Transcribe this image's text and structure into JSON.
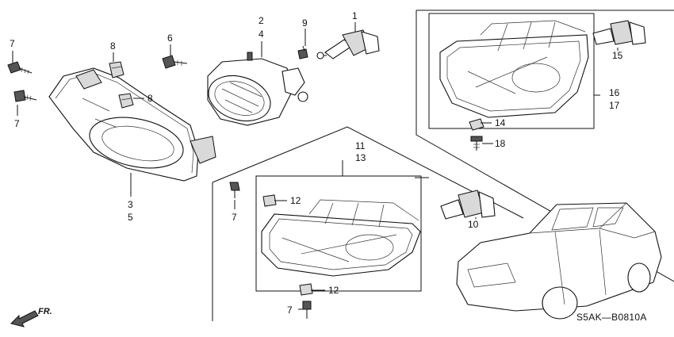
{
  "callouts": [
    {
      "id": "c1",
      "text": "1"
    },
    {
      "id": "c2",
      "text": "2"
    },
    {
      "id": "c3",
      "text": "3"
    },
    {
      "id": "c4",
      "text": "4"
    },
    {
      "id": "c5",
      "text": "5"
    },
    {
      "id": "c6",
      "text": "6"
    },
    {
      "id": "c7a",
      "text": "7"
    },
    {
      "id": "c7b",
      "text": "7"
    },
    {
      "id": "c7c",
      "text": "7"
    },
    {
      "id": "c7d",
      "text": "7"
    },
    {
      "id": "c8a",
      "text": "8"
    },
    {
      "id": "c8b",
      "text": "8"
    },
    {
      "id": "c9",
      "text": "9"
    },
    {
      "id": "c10",
      "text": "10"
    },
    {
      "id": "c11",
      "text": "11"
    },
    {
      "id": "c12a",
      "text": "12"
    },
    {
      "id": "c12b",
      "text": "12"
    },
    {
      "id": "c13",
      "text": "13"
    },
    {
      "id": "c14",
      "text": "14"
    },
    {
      "id": "c15",
      "text": "15"
    },
    {
      "id": "c16",
      "text": "16"
    },
    {
      "id": "c17",
      "text": "17"
    },
    {
      "id": "c18",
      "text": "18"
    }
  ],
  "direction_label": "FR.",
  "diagram_code": "S5AK—B0810A"
}
